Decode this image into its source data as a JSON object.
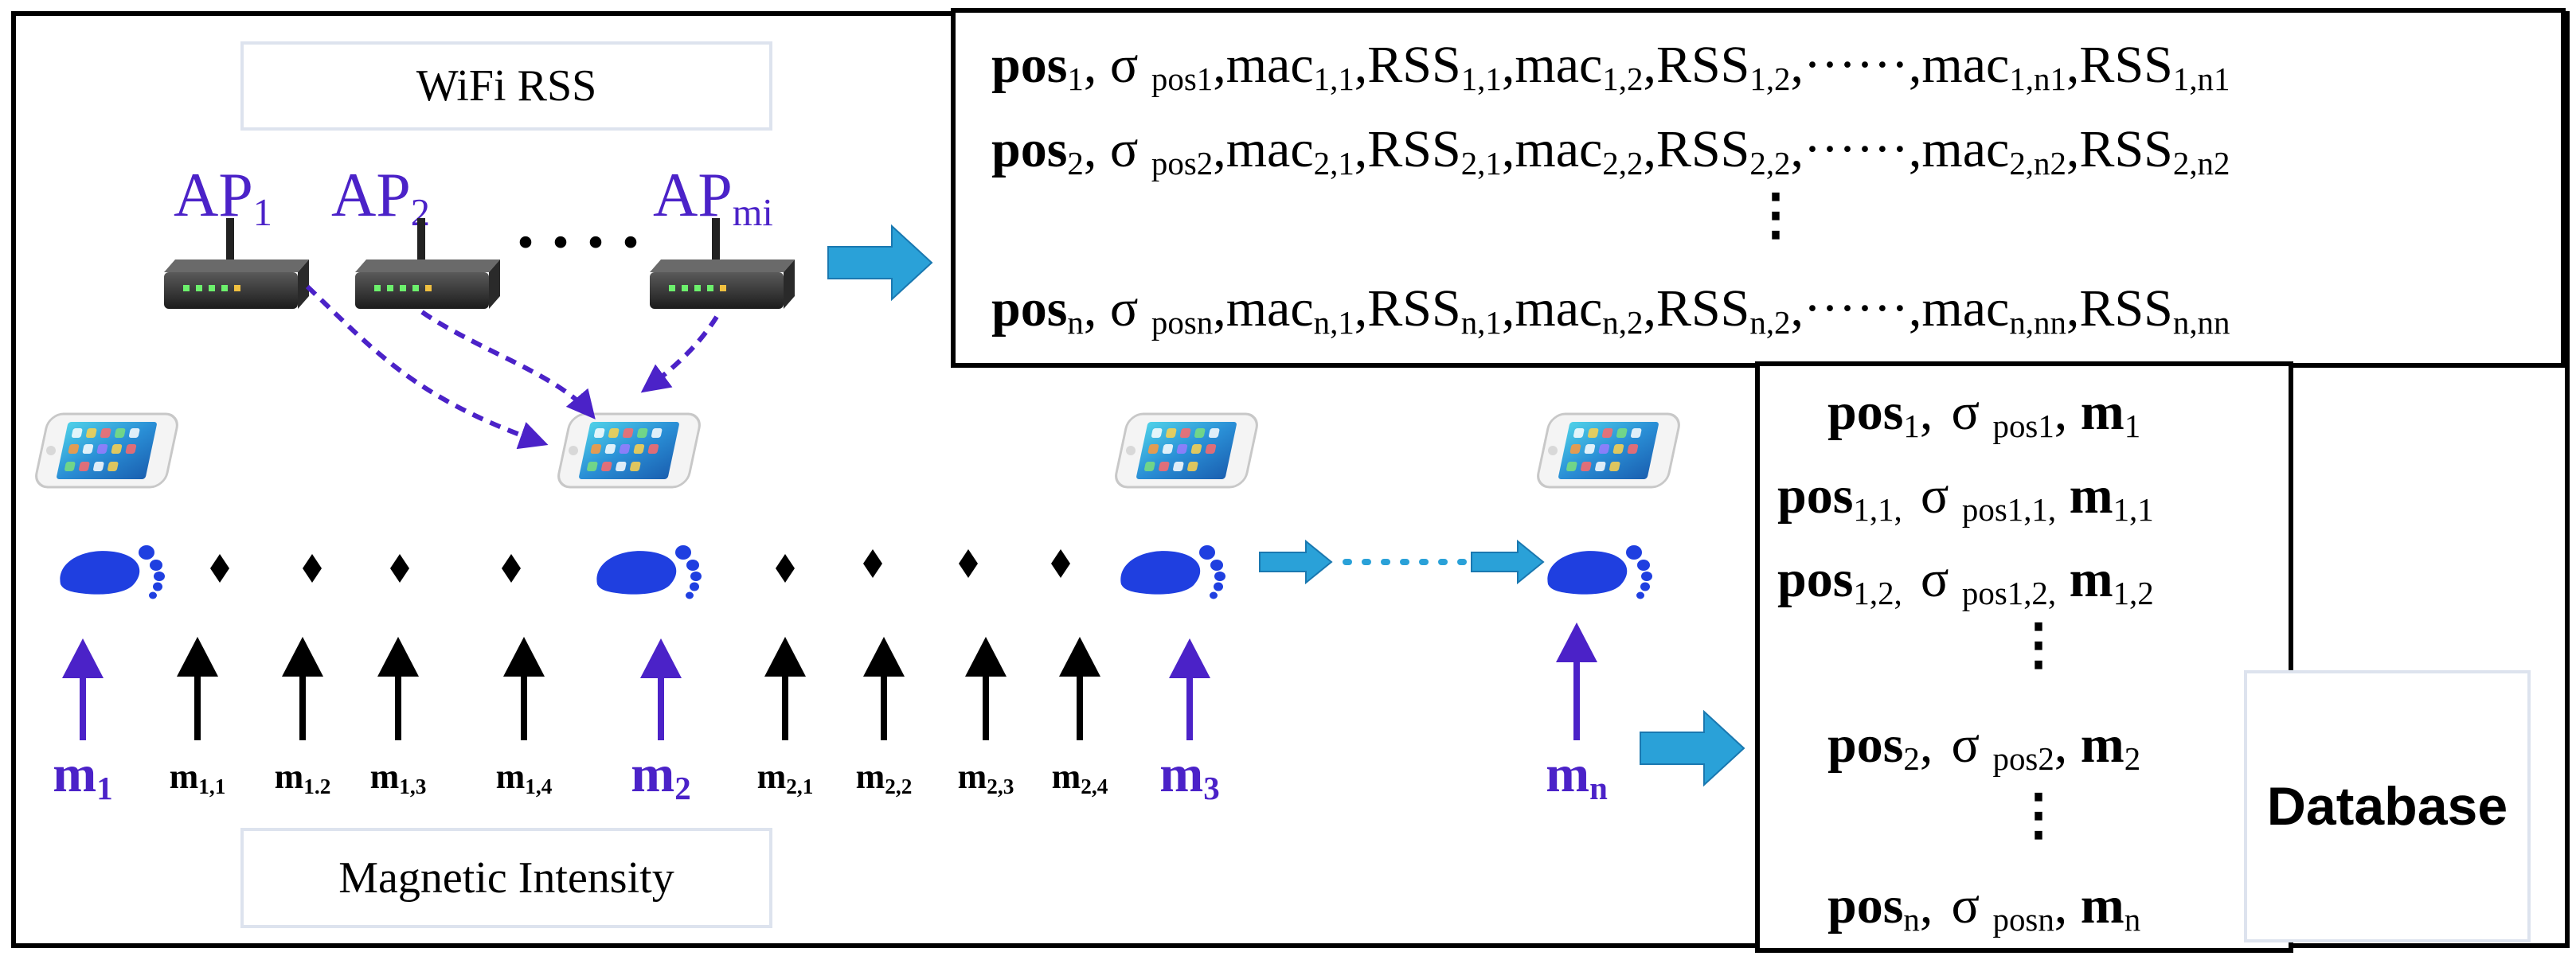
{
  "wifi_label": "WiFi RSS",
  "magnetic_label": "Magnetic Intensity",
  "database_label": "Database",
  "access_points": [
    {
      "name": "AP",
      "sub": "1"
    },
    {
      "name": "AP",
      "sub": "2"
    },
    {
      "name": "AP",
      "sub": "mi"
    }
  ],
  "ap_ellipsis": "····",
  "rss_rows": [
    {
      "pos": "pos",
      "pos_sub": "1",
      "sigma": "σ",
      "sigma_sub": "pos1",
      "mac_a": "mac",
      "mac_a_sub": "1,1",
      "rss_a": "RSS",
      "rss_a_sub": "1,1",
      "mac_b": "mac",
      "mac_b_sub": "1,2",
      "rss_b": "RSS",
      "rss_b_sub": "1,2",
      "dots": "······",
      "mac_n": "mac",
      "mac_n_sub": "1,n1",
      "rss_n": "RSS",
      "rss_n_sub": "1,n1"
    },
    {
      "pos": "pos",
      "pos_sub": "2",
      "sigma": "σ",
      "sigma_sub": "pos2",
      "mac_a": "mac",
      "mac_a_sub": "2,1",
      "rss_a": "RSS",
      "rss_a_sub": "2,1",
      "mac_b": "mac",
      "mac_b_sub": "2,2",
      "rss_b": "RSS",
      "rss_b_sub": "2,2",
      "dots": "······",
      "mac_n": "mac",
      "mac_n_sub": "2,n2",
      "rss_n": "RSS",
      "rss_n_sub": "2,n2"
    },
    {
      "pos": "pos",
      "pos_sub": "n",
      "sigma": "σ",
      "sigma_sub": "posn",
      "mac_a": "mac",
      "mac_a_sub": "n,1",
      "rss_a": "RSS",
      "rss_a_sub": "n,1",
      "mac_b": "mac",
      "mac_b_sub": "n,2",
      "rss_b": "RSS",
      "rss_b_sub": "n,2",
      "dots": "······",
      "mac_n": "mac",
      "mac_n_sub": "n,nn",
      "rss_n": "RSS",
      "rss_n_sub": "n,nn"
    }
  ],
  "rss_vertical_dots": "⋮",
  "db_rows": [
    {
      "pos": "pos",
      "pos_sub": "1",
      "sigma": "σ",
      "sigma_sub": "pos1",
      "m": "m",
      "m_sub": "1"
    },
    {
      "pos": "pos",
      "pos_sub": "1,1,",
      "sigma": "σ",
      "sigma_sub": "pos1,1,",
      "m": "m",
      "m_sub": "1,1"
    },
    {
      "pos": "pos",
      "pos_sub": "1,2,",
      "sigma": "σ",
      "sigma_sub": "pos1,2,",
      "m": "m",
      "m_sub": "1,2"
    },
    {
      "pos": "pos",
      "pos_sub": "2",
      "sigma": "σ",
      "sigma_sub": "pos2",
      "m": "m",
      "m_sub": "2"
    },
    {
      "pos": "pos",
      "pos_sub": "n",
      "sigma": "σ",
      "sigma_sub": "posn",
      "m": "m",
      "m_sub": "n"
    }
  ],
  "db_vertical_dots": "⋮",
  "measurements": [
    {
      "main": "m",
      "sub": "1",
      "key": true
    },
    {
      "main": "m",
      "sub": "1,1",
      "key": false
    },
    {
      "main": "m",
      "sub": "1.2",
      "key": false
    },
    {
      "main": "m",
      "sub": "1,3",
      "key": false
    },
    {
      "main": "m",
      "sub": "1,4",
      "key": false
    },
    {
      "main": "m",
      "sub": "2",
      "key": true
    },
    {
      "main": "m",
      "sub": "2,1",
      "key": false
    },
    {
      "main": "m",
      "sub": "2,2",
      "key": false
    },
    {
      "main": "m",
      "sub": "2,3",
      "key": false
    },
    {
      "main": "m",
      "sub": "2,4",
      "key": false
    },
    {
      "main": "m",
      "sub": "3",
      "key": true
    },
    {
      "main": "m",
      "sub": "n",
      "key": true
    }
  ],
  "colors": {
    "accent_purple": "#4b22c8",
    "arrow_blue": "#2aa1d8",
    "footprint_blue": "#1f3fe0",
    "label_border": "#dde3ee"
  },
  "icons": {
    "router": "router-icon",
    "phone": "smartphone-icon",
    "footprint": "footprint-icon",
    "diamond": "diamond-marker-icon",
    "arrow": "arrow-right-icon"
  }
}
